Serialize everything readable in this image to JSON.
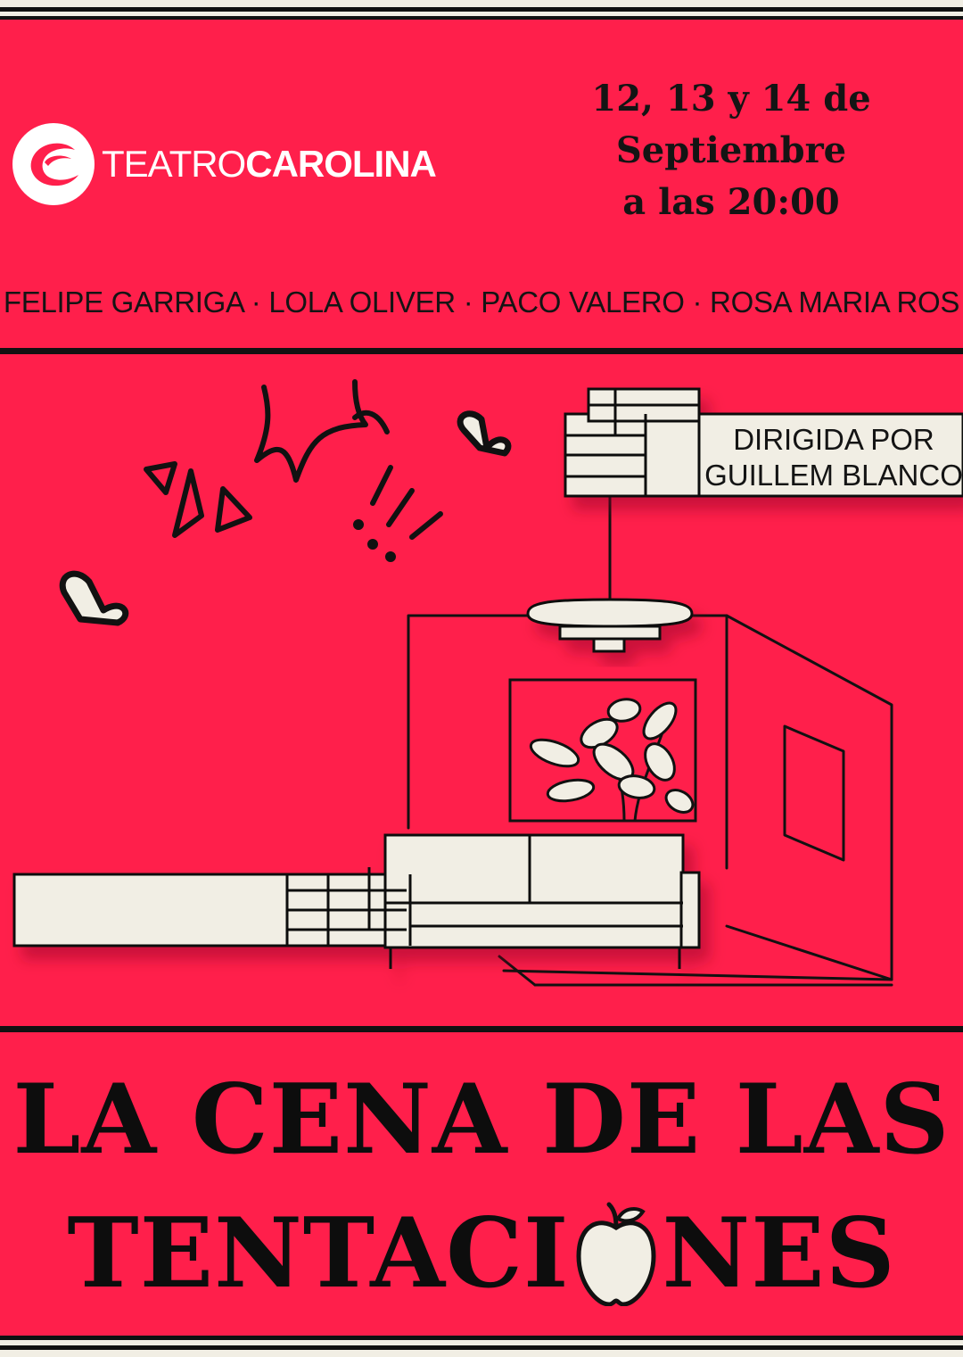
{
  "venue": {
    "name_light": "TEATRO",
    "name_bold": "CAROLINA",
    "logo_icon": "theater-logo-icon"
  },
  "dates": {
    "line1": "12, 13 y 14 de",
    "line2": "Septiembre",
    "line3": "a las 20:00"
  },
  "cast": "FELIPE GARRIGA · LOLA OLIVER · PACO VALERO · ROSA MARIA ROS",
  "director": {
    "line1": "DIRIGIDA POR",
    "line2": "GUILLEM BLANCO"
  },
  "title": {
    "line1": "LA CENA DE LAS",
    "line2_before": "TENTACI",
    "line2_after": "NES"
  },
  "colors": {
    "background": "#ff1f4b",
    "ink": "#111111",
    "cream": "#f1eee4"
  }
}
